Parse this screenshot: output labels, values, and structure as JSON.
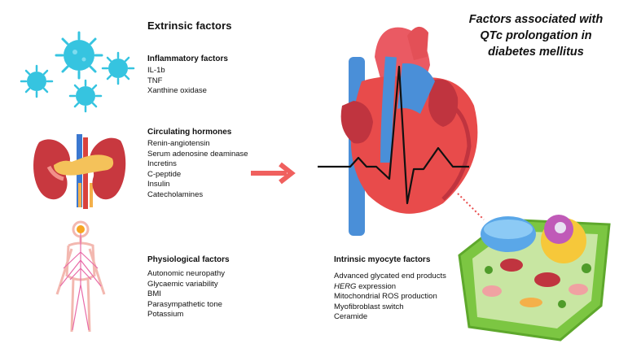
{
  "title": {
    "line1": "Factors associated with",
    "line2": "QTc prolongation in",
    "line3": "diabetes mellitus"
  },
  "extrinsic": {
    "heading": "Extrinsic factors",
    "inflammatory": {
      "title": "Inflammatory factors",
      "items": [
        "IL-1b",
        "TNF",
        "Xanthine oxidase"
      ]
    },
    "hormones": {
      "title": "Circulating hormones",
      "items": [
        "Renin-angiotensin",
        "Serum adenosine deaminase",
        "Incretins",
        "C-peptide",
        "Insulin",
        "Catecholamines"
      ]
    },
    "physiological": {
      "title": "Physiological factors",
      "items": [
        "Autonomic neuropathy",
        "Glycaemic variability",
        "BMI",
        "Parasympathetic tone",
        "Potassium"
      ]
    }
  },
  "intrinsic": {
    "title": "Intrinsic myocyte factors",
    "items": [
      "Advanced glycated end products",
      "HERG",
      " expression",
      "Mitochondrial ROS production",
      "Myofibroblast switch",
      "Ceramide"
    ]
  },
  "colors": {
    "virus": "#36c4e0",
    "arrow": "#f0605e",
    "heart_red": "#e84b4b",
    "heart_dark": "#c0343f",
    "vessel_blue": "#4a8fd8",
    "cell_green": "#7cc642",
    "nerve_pink": "#e86aa8"
  },
  "icons": [
    "virus-icon",
    "kidney-icon",
    "nervous-system-icon",
    "heart-icon",
    "ecg-trace",
    "cell-icon",
    "arrow-icon"
  ]
}
